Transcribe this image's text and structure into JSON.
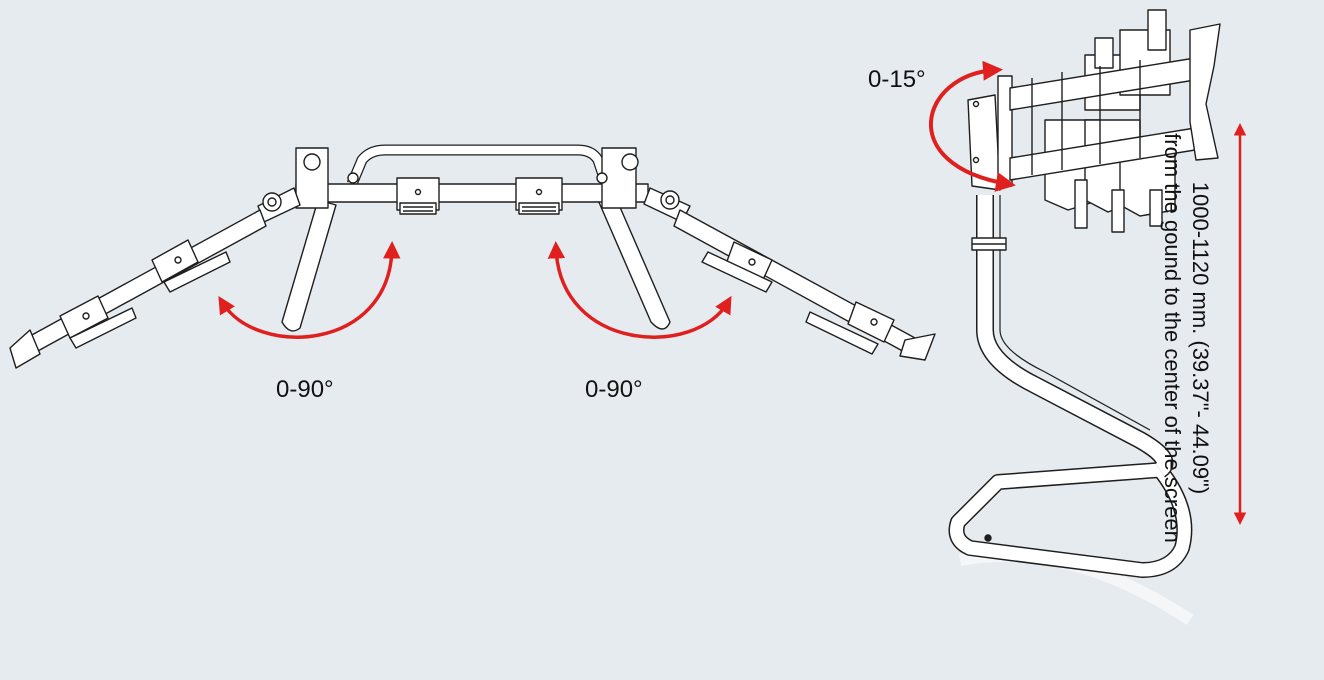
{
  "labels": {
    "tilt_angle": "0-15°",
    "left_swivel": "0-90°",
    "right_swivel": "0-90°",
    "height_range_line1": "1000-1120 mm. (39.37\"- 44.09\")",
    "height_range_line2": "from the gound to the center of the screen"
  },
  "colors": {
    "background": "#e6ebf0",
    "arrow": "#e0201e",
    "line_art": "#1e1e1e",
    "fill": "#ffffff"
  }
}
